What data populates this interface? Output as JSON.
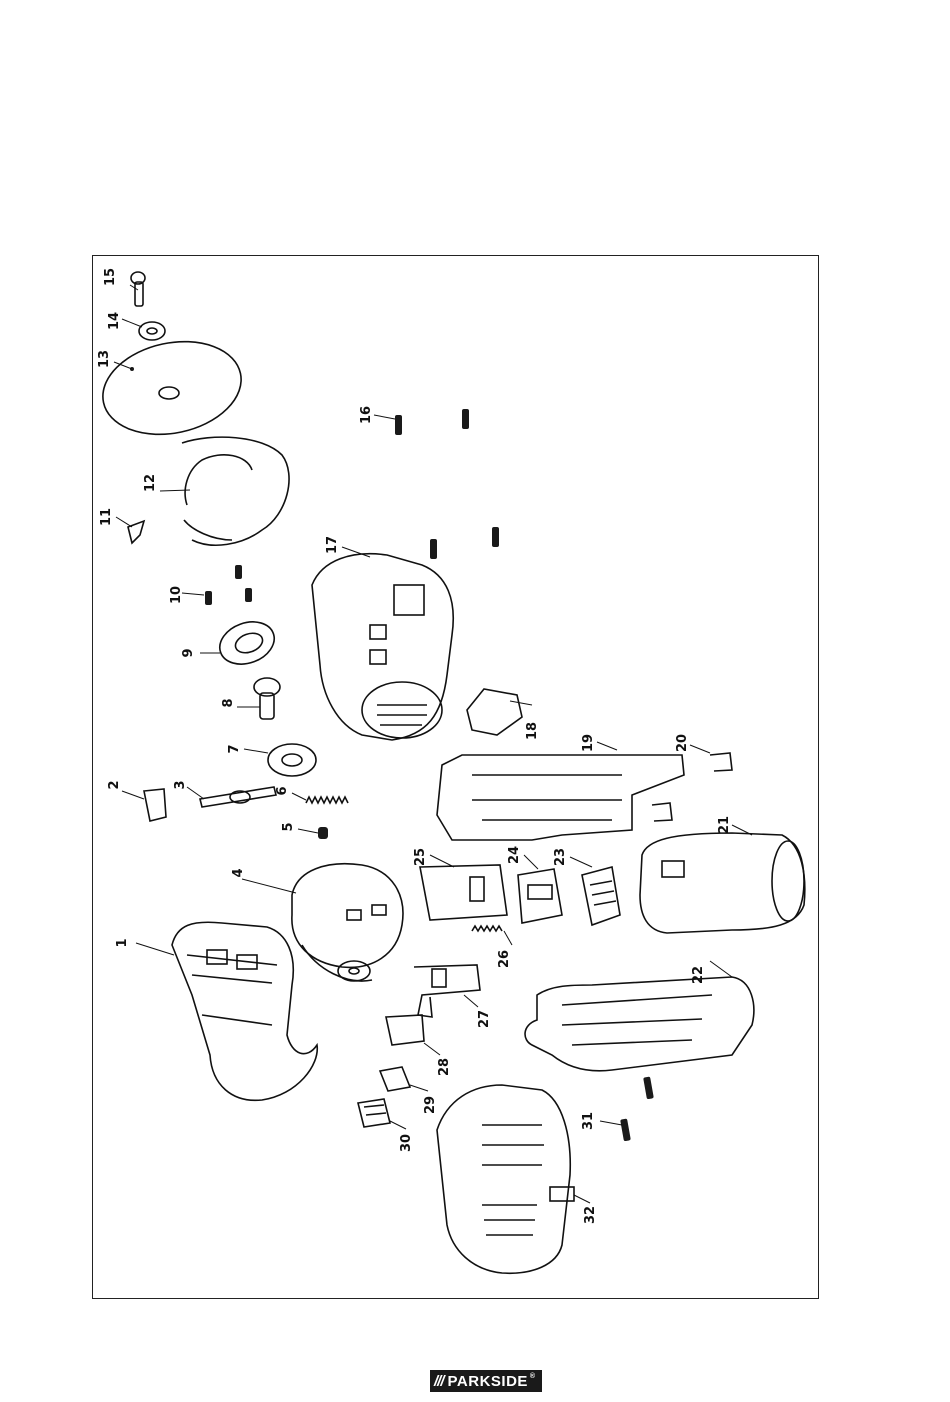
{
  "diagram": {
    "part_numbers": [
      "1",
      "2",
      "3",
      "4",
      "5",
      "6",
      "7",
      "8",
      "9",
      "10",
      "11",
      "12",
      "13",
      "14",
      "15",
      "16",
      "17",
      "18",
      "19",
      "20",
      "21",
      "22",
      "23",
      "24",
      "25",
      "26",
      "27",
      "28",
      "29",
      "30",
      "31",
      "32"
    ]
  },
  "brand": {
    "name": "PARKSIDE",
    "mark": "///",
    "trademark": "®",
    "colors": {
      "background": "#1a1a1a",
      "text": "#ffffff"
    }
  }
}
